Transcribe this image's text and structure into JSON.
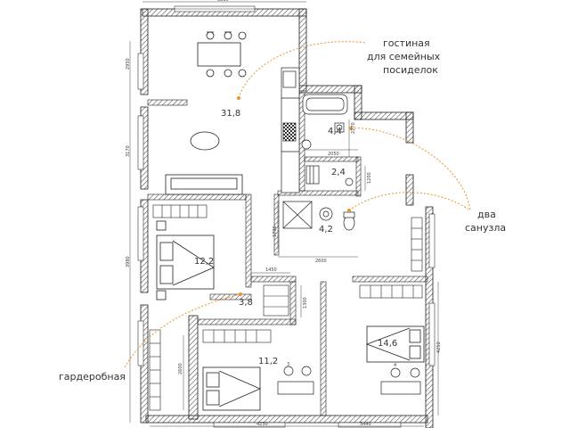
{
  "plan": {
    "colors": {
      "wall": "#2a2a2a",
      "hatch": "#666666",
      "line": "#333333",
      "accent": "#e8942f"
    },
    "rooms": {
      "living_area": "31,8",
      "bath1_area": "4,4",
      "wc_area": "2,4",
      "bath2_area": "4,2",
      "bedroom1_area": "12,2",
      "hall_area": "3,8",
      "bedroom2_area": "11,2",
      "bedroom3_area": "14,6"
    },
    "dimensions": {
      "top": "3830",
      "left1": "2950",
      "left2": "3170",
      "left3": "3980",
      "bath_right": "2270",
      "bath_width": "2050",
      "wc_height": "1200",
      "bath2_left": "1700",
      "bath2_bottom": "2600",
      "hall_top": "1450",
      "hall_right": "1300",
      "wardrobe": "2600",
      "bottom_left": "4230",
      "bottom_right": "3440",
      "right": "4250"
    },
    "annotations": {
      "living_line1": "гостиная",
      "living_line2": "для семейных",
      "living_line3": "посиделок",
      "bath_line1": "два",
      "bath_line2": "санузла",
      "wardrobe": "гардеробная"
    },
    "furniture_numbers": {
      "desk1": "3",
      "desk2": "4"
    }
  }
}
